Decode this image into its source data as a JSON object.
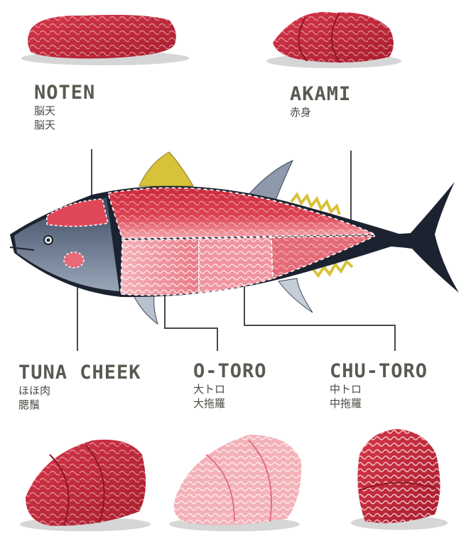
{
  "labels": {
    "noten": {
      "en": "NOTEN",
      "ja1": "脳天",
      "ja2": "脳天"
    },
    "akami": {
      "en": "AKAMI",
      "ja1": "赤身"
    },
    "cheek": {
      "en": "TUNA CHEEK",
      "ja1": "ほほ肉",
      "ja2": "腮鬚"
    },
    "otoro": {
      "en": "O-TORO",
      "ja1": "大トロ",
      "ja2": "大拖羅"
    },
    "chutoro": {
      "en": "CHU-TORO",
      "ja1": "中トロ",
      "ja2": "中拖羅"
    }
  },
  "colors": {
    "meat_dark": "#c8283a",
    "meat_mid": "#e04d5c",
    "meat_light": "#f2a6ad",
    "fish_head": "#5c6f88",
    "fish_dark": "#1c2230",
    "fin_yellow": "#d8c23a",
    "line": "#4a4a44",
    "text": "#5a5a52"
  }
}
